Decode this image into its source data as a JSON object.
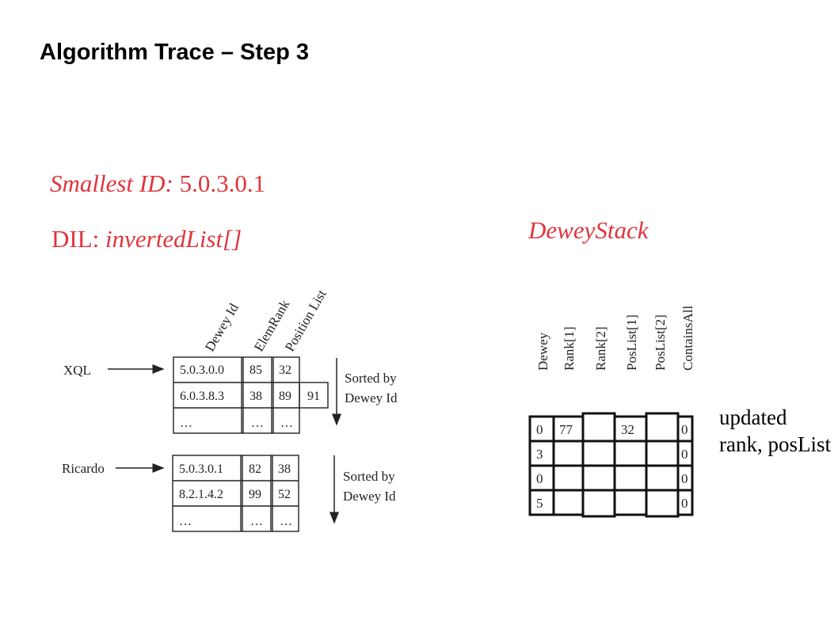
{
  "title": "Algorithm Trace – Step 3",
  "smallest_id": {
    "label": "Smallest ID:",
    "value": "5.0.3.0.1"
  },
  "dil": {
    "label": "DIL:",
    "value": "invertedList[]"
  },
  "dewey_stack_title": "DeweyStack",
  "inverted_lists": {
    "column_headers": [
      "Dewey Id",
      "ElemRank",
      "Position List"
    ],
    "lists": [
      {
        "keyword": "XQL",
        "rows": [
          [
            "5.0.3.0.0",
            "85",
            "32",
            ""
          ],
          [
            "6.0.3.8.3",
            "38",
            "89",
            "91"
          ],
          [
            "…",
            "…",
            "…",
            ""
          ]
        ],
        "sort_note": [
          "Sorted by",
          "Dewey Id"
        ]
      },
      {
        "keyword": "Ricardo",
        "rows": [
          [
            "5.0.3.0.1",
            "82",
            "38"
          ],
          [
            "8.2.1.4.2",
            "99",
            "52"
          ],
          [
            "…",
            "…",
            "…"
          ]
        ],
        "sort_note": [
          "Sorted by",
          "Dewey Id"
        ]
      }
    ]
  },
  "dewey_stack": {
    "column_headers": [
      "Dewey",
      "Rank[1]",
      "Rank[2]",
      "PosList[1]",
      "PosList[2]",
      "ContainsAll"
    ],
    "rows": [
      [
        "0",
        "77",
        "",
        "32",
        "",
        "0"
      ],
      [
        "3",
        "",
        "",
        "",
        "",
        "0"
      ],
      [
        "0",
        "",
        "",
        "",
        "",
        "0"
      ],
      [
        "5",
        "",
        "",
        "",
        "",
        "0"
      ]
    ]
  },
  "note": [
    "updated",
    "rank, posList"
  ]
}
